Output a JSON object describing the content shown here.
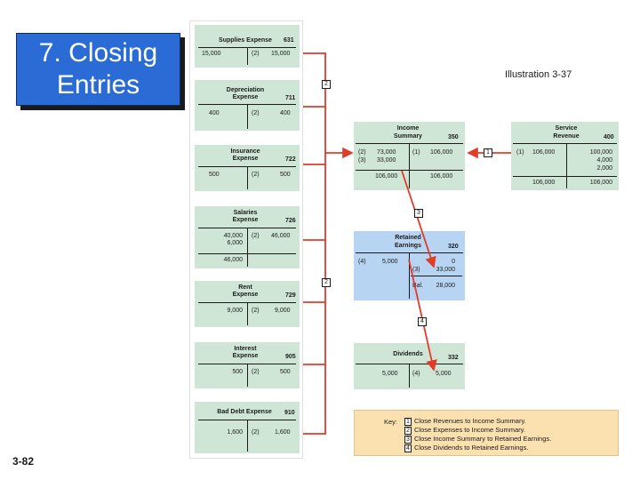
{
  "slide": {
    "title_line1": "7. Closing",
    "title_line2": "Entries",
    "number": "3-82",
    "illustration": "Illustration 3-37"
  },
  "colors": {
    "title_bg": "#2a6bd6",
    "account_green": "#cfe6d6",
    "account_blue": "#b7d5f2",
    "key_bg": "#fbe0b0",
    "arrow_red": "#e23b2a"
  },
  "accounts": {
    "supplies": {
      "name1": "Supplies Expense",
      "name2": "",
      "no": "631",
      "left": "15,000",
      "ref": "(2)",
      "right": "15,000"
    },
    "depreciation": {
      "name1": "Depreciation",
      "name2": "Expense",
      "no": "711",
      "left": "400",
      "ref": "(2)",
      "right": "400"
    },
    "insurance": {
      "name1": "Insurance",
      "name2": "Expense",
      "no": "722",
      "left": "500",
      "ref": "(2)",
      "right": "500"
    },
    "salaries": {
      "name1": "Salaries",
      "name2": "Expense",
      "no": "726",
      "left1": "40,000",
      "left2": "6,000",
      "ref": "(2)",
      "right": "46,000",
      "total": "46,000"
    },
    "rent": {
      "name1": "Rent",
      "name2": "Expense",
      "no": "729",
      "left": "9,000",
      "ref": "(2)",
      "right": "9,000"
    },
    "interest": {
      "name1": "Interest",
      "name2": "Expense",
      "no": "905",
      "left": "500",
      "ref": "(2)",
      "right": "500"
    },
    "baddebt": {
      "name1": "Bad Debt Expense",
      "name2": "",
      "no": "910",
      "left": "1,600",
      "ref": "(2)",
      "right": "1,600"
    },
    "income_summary": {
      "name1": "Income",
      "name2": "Summary",
      "no": "350",
      "dref1": "(2)",
      "dval1": "73,000",
      "dref2": "(3)",
      "dval2": "33,000",
      "cref1": "(1)",
      "cval1": "106,000",
      "dtotal": "106,000",
      "ctotal": "106,000"
    },
    "service_revenue": {
      "name1": "Service",
      "name2": "Revenue",
      "no": "400",
      "dref": "(1)",
      "dval": "106,000",
      "c1": "100,000",
      "c2": "4,000",
      "c3": "2,000",
      "dtotal": "106,000",
      "ctotal": "106,000"
    },
    "retained": {
      "name1": "Retained",
      "name2": "Earnings",
      "no": "320",
      "dref": "(4)",
      "dval": "5,000",
      "c1": "0",
      "cref2": "(3)",
      "c2": "33,000",
      "balref": "Bal.",
      "bal": "28,000"
    },
    "dividends": {
      "name1": "Dividends",
      "name2": "",
      "no": "332",
      "left": "5,000",
      "ref": "(4)",
      "right": "5,000"
    }
  },
  "tags": {
    "t1": "1",
    "t2a": "2",
    "t2b": "2",
    "t3": "3",
    "t4": "4"
  },
  "key": {
    "label": "Key:",
    "items": [
      {
        "n": "1",
        "text": "Close Revenues to Income Summary."
      },
      {
        "n": "2",
        "text": "Close Expenses to Income Summary."
      },
      {
        "n": "3",
        "text": "Close Income Summary to Retained Earnings."
      },
      {
        "n": "4",
        "text": "Close Dividends to Retained Earnings."
      }
    ]
  }
}
